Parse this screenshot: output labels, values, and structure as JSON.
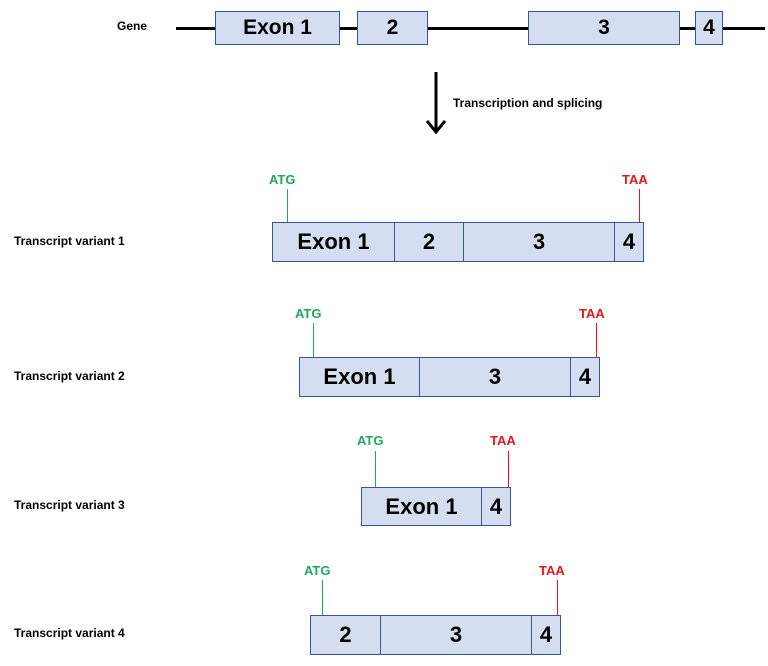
{
  "colors": {
    "exon_fill": "#d5ddf1",
    "exon_border": "#3c5596",
    "start_codon": "#1faa5a",
    "stop_codon": "#e3171c"
  },
  "gene": {
    "label": "Gene",
    "exons": [
      "Exon 1",
      "2",
      "3",
      "4"
    ]
  },
  "step": {
    "label": "Transcription and splicing"
  },
  "codons": {
    "start": "ATG",
    "stop": "TAA"
  },
  "transcripts": [
    {
      "label": "Transcript variant 1",
      "segments": [
        "Exon 1",
        "2",
        "3",
        "4"
      ]
    },
    {
      "label": "Transcript variant 2",
      "segments": [
        "Exon 1",
        "3",
        "4"
      ]
    },
    {
      "label": "Transcript variant 3",
      "segments": [
        "Exon 1",
        "4"
      ]
    },
    {
      "label": "Transcript variant 4",
      "segments": [
        "2",
        "3",
        "4"
      ]
    }
  ]
}
